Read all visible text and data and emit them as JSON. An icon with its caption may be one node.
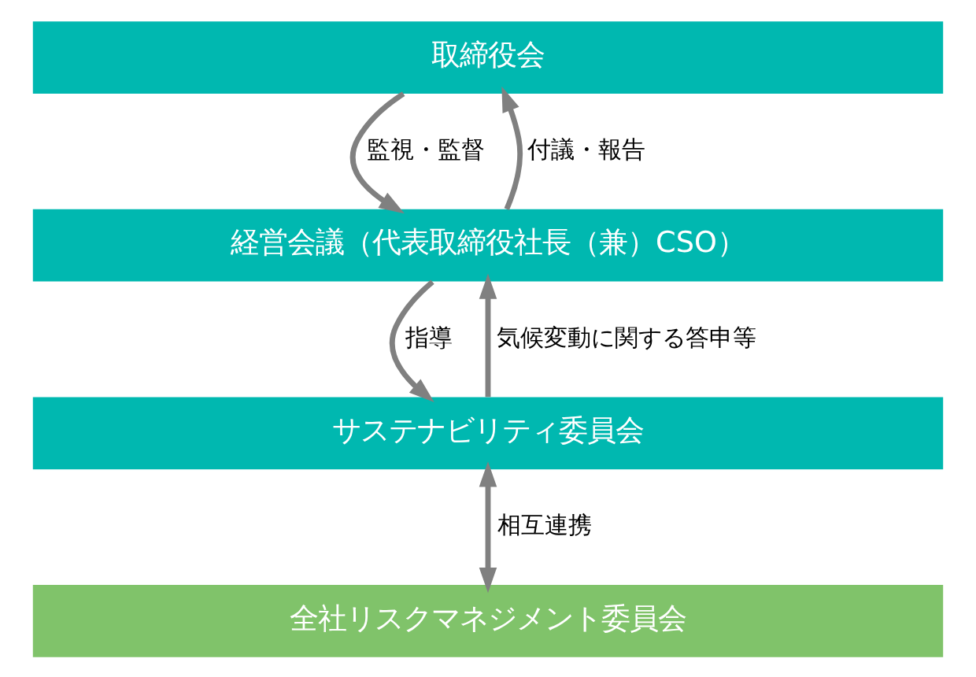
{
  "diagram": {
    "nodes": [
      {
        "text": [
          "取締役会"
        ]
      },
      {
        "text": [
          "経営会議（代表取締役社長（兼）CSO）"
        ]
      },
      {
        "text": [
          "サステナビリティ委員会"
        ]
      },
      {
        "text": [
          "全社リスクマネジメント委員会"
        ]
      }
    ],
    "edges": [
      {
        "from": 1,
        "to": 0,
        "arrow": "to",
        "label": "付議・報告"
      },
      {
        "from": 0,
        "to": 1,
        "arrow": "to",
        "label": "監視・監督"
      },
      {
        "from": 2,
        "to": 1,
        "arrow": "to",
        "label": "気候変動に関する答申等"
      },
      {
        "from": 1,
        "to": 2,
        "arrow": "to",
        "label": "指導"
      },
      {
        "from": 2,
        "to": 3,
        "arrow": "both",
        "label": "相互連携"
      }
    ]
  }
}
